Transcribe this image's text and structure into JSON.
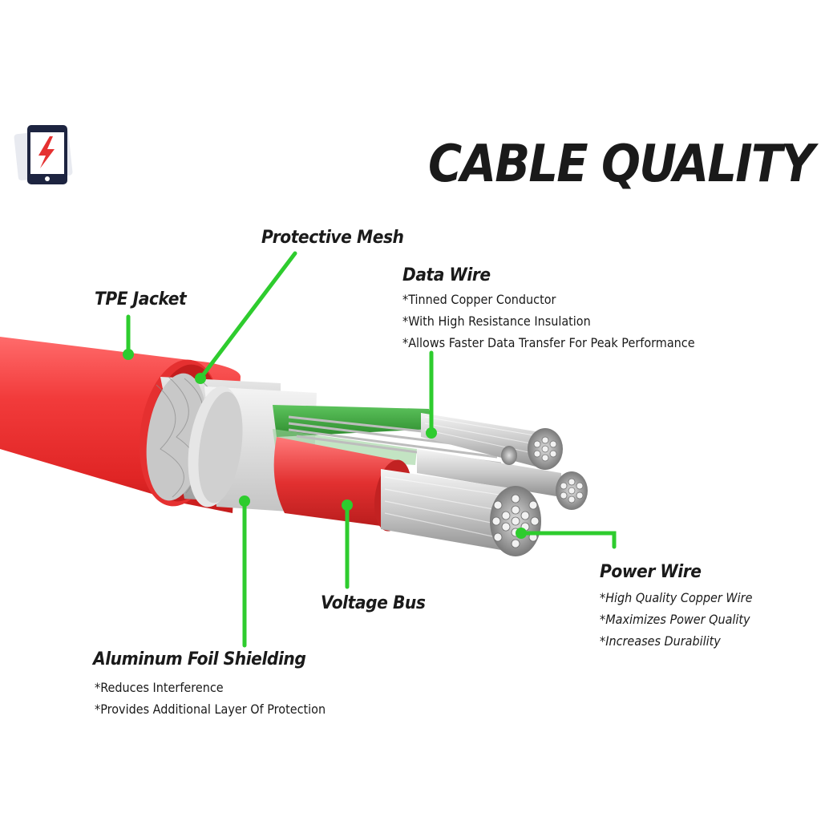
{
  "title": "CABLE QUALITY",
  "logo": {
    "icon": "phone-charging-icon",
    "color": "#e53030"
  },
  "accent_color": "#2ecc2e",
  "cable_color": "#e03a3a",
  "labels": {
    "protective_mesh": {
      "title": "Protective Mesh"
    },
    "tpe_jacket": {
      "title": "TPE Jacket"
    },
    "data_wire": {
      "title": "Data Wire",
      "notes": [
        "*Tinned Copper Conductor",
        "*With High Resistance Insulation",
        "*Allows Faster Data Transfer For Peak Performance"
      ]
    },
    "power_wire": {
      "title": "Power Wire",
      "notes": [
        "*High Quality Copper Wire",
        "*Maximizes Power Quality",
        "*Increases Durability"
      ]
    },
    "voltage_bus": {
      "title": "Voltage Bus"
    },
    "aluminum_foil": {
      "title": "Aluminum Foil Shielding",
      "notes": [
        "*Reduces Interference",
        "*Provides Additional Layer Of Protection"
      ]
    }
  }
}
